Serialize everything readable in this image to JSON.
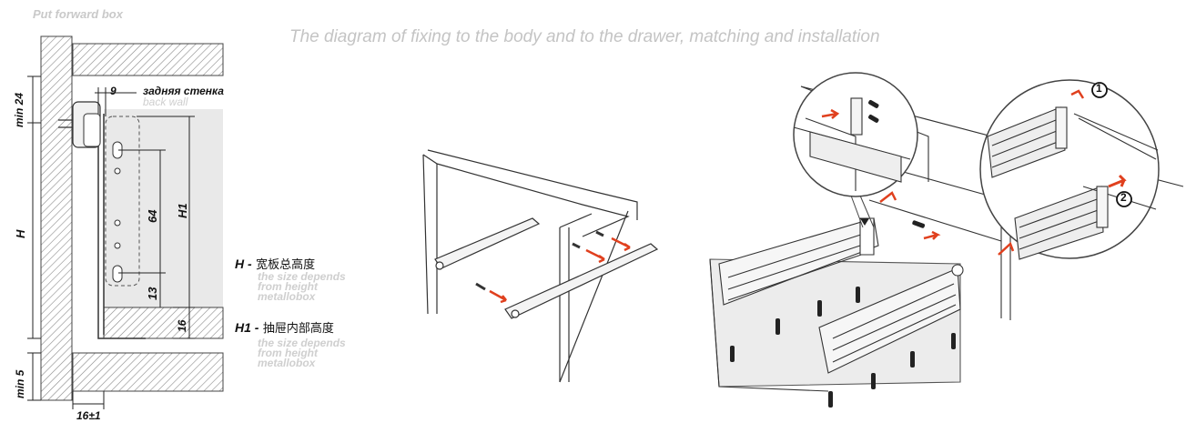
{
  "header": {
    "put_forward": "Put forward box",
    "title": "The diagram of fixing to the body and to  the drawer,  matching and installation"
  },
  "section_view": {
    "dims": {
      "min24": "min 24",
      "nine": "9",
      "H": "H",
      "H1": "H1",
      "sixtyfour": "64",
      "thirteen": "13",
      "sixteen": "16",
      "min5": "min 5",
      "sixteen_tol": "16±1"
    },
    "back_wall_ru": "задняя стенка",
    "back_wall_en": "back wall"
  },
  "legend": {
    "H_key": "H -",
    "H_cn": "宽板总高度",
    "H_note": [
      "the size depends",
      "from height",
      "metallobox"
    ],
    "H1_key": "H1 -",
    "H1_cn": "抽屉内部高度",
    "H1_note": [
      "the size depends",
      "from height",
      "metallobox"
    ]
  },
  "steps": {
    "one": "1",
    "two": "2"
  },
  "colors": {
    "accent_arrow": "#e0401e",
    "hatch": "#9a9a9a",
    "grey_text": "#c8c8c8"
  }
}
